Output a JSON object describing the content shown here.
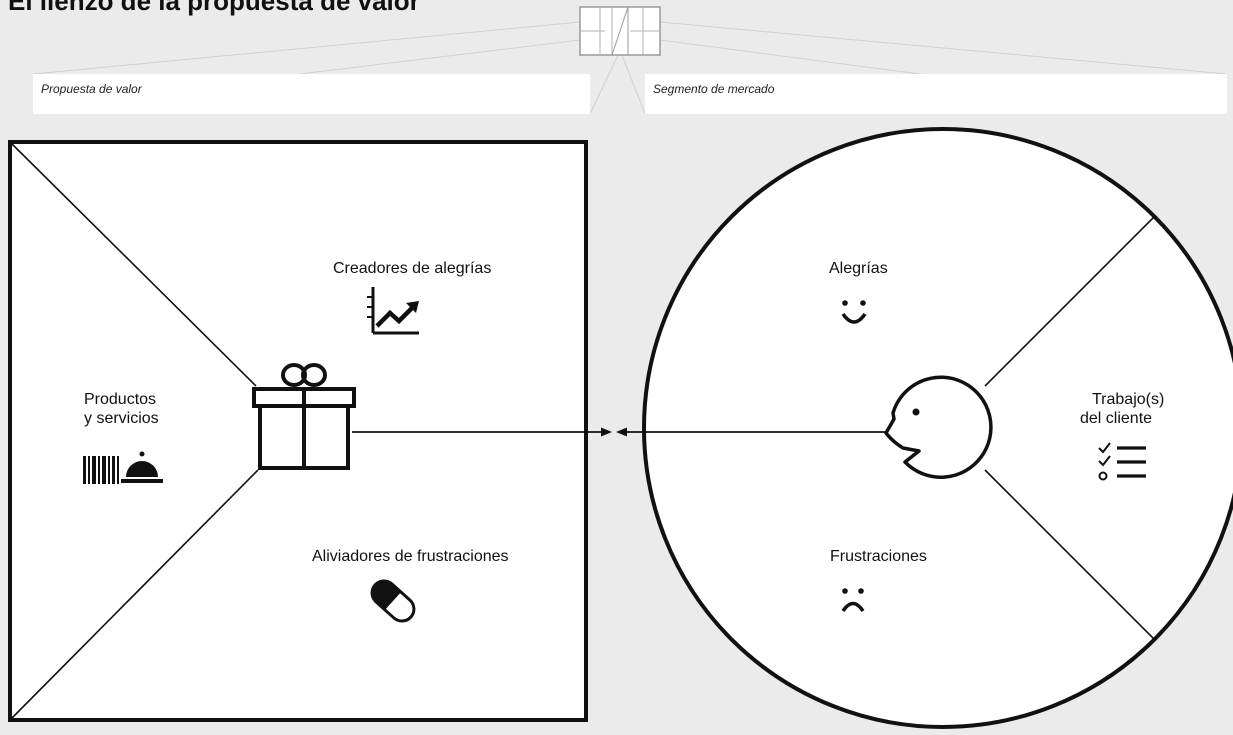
{
  "title": "El lienzo de la propuesta de valor",
  "fields": {
    "value_proposition": "Propuesta de valor",
    "customer_segment": "Segmento de mercado"
  },
  "value_map": {
    "gain_creators": "Creadores de alegrías",
    "products_line1": "Productos",
    "products_line2": "y servicios",
    "pain_relievers": "Aliviadores de frustraciones"
  },
  "customer_profile": {
    "gains": "Alegrías",
    "jobs_line1": "Trabajo(s)",
    "jobs_line2": "del cliente",
    "pains": "Frustraciones"
  },
  "icons": {
    "thumbnail": "canvas-thumbnail-icon",
    "gift": "gift-icon",
    "chart": "rising-chart-icon",
    "products": "barcode-cloche-icon",
    "pill": "pill-icon",
    "smile": "smile-icon",
    "frown": "frown-icon",
    "checklist": "checklist-icon",
    "face": "customer-face-icon"
  }
}
